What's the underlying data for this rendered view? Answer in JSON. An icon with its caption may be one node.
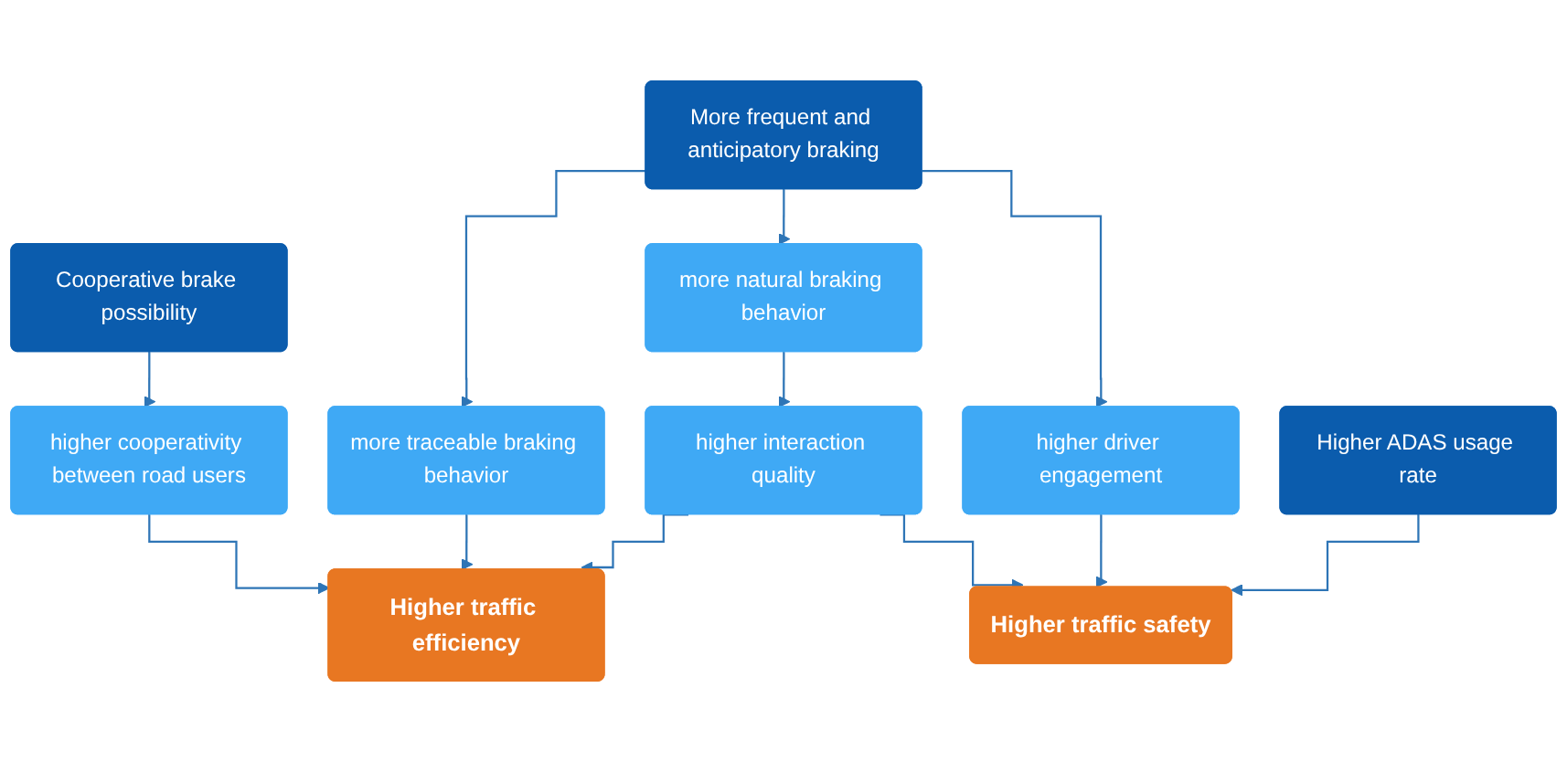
{
  "diagram": {
    "nodes": [
      {
        "text": [
          "Cooperative brake possibility"
        ]
      },
      {
        "text": [
          "More frequent and anticipatory braking"
        ]
      },
      {
        "text": [
          "Higher ADAS usage rate"
        ]
      },
      {
        "text": [
          "higher cooperativity between road users"
        ]
      },
      {
        "text": [
          "more natural braking behavior"
        ]
      },
      {
        "text": [
          "higher driver engagement"
        ]
      },
      {
        "text": [
          "more traceable braking behavior"
        ]
      },
      {
        "text": [
          "higher interaction quality"
        ]
      },
      {
        "text": [
          "Higher traffic efficiency"
        ]
      },
      {
        "text": [
          "Higher traffic safety"
        ]
      }
    ],
    "edges": [
      {
        "from": 0,
        "to": 3,
        "arrow": "to"
      },
      {
        "from": 1,
        "to": 6,
        "arrow": "to"
      },
      {
        "from": 1,
        "to": 4,
        "arrow": "to"
      },
      {
        "from": 1,
        "to": 5,
        "arrow": "to"
      },
      {
        "from": 2,
        "to": 9,
        "arrow": "to"
      },
      {
        "from": 3,
        "to": 8,
        "arrow": "to"
      },
      {
        "from": 4,
        "to": 7,
        "arrow": "to"
      },
      {
        "from": 6,
        "to": 8,
        "arrow": "to"
      },
      {
        "from": 7,
        "to": 8,
        "arrow": "to"
      },
      {
        "from": 7,
        "to": 9,
        "arrow": "to"
      },
      {
        "from": 5,
        "to": 9,
        "arrow": "to"
      }
    ]
  }
}
